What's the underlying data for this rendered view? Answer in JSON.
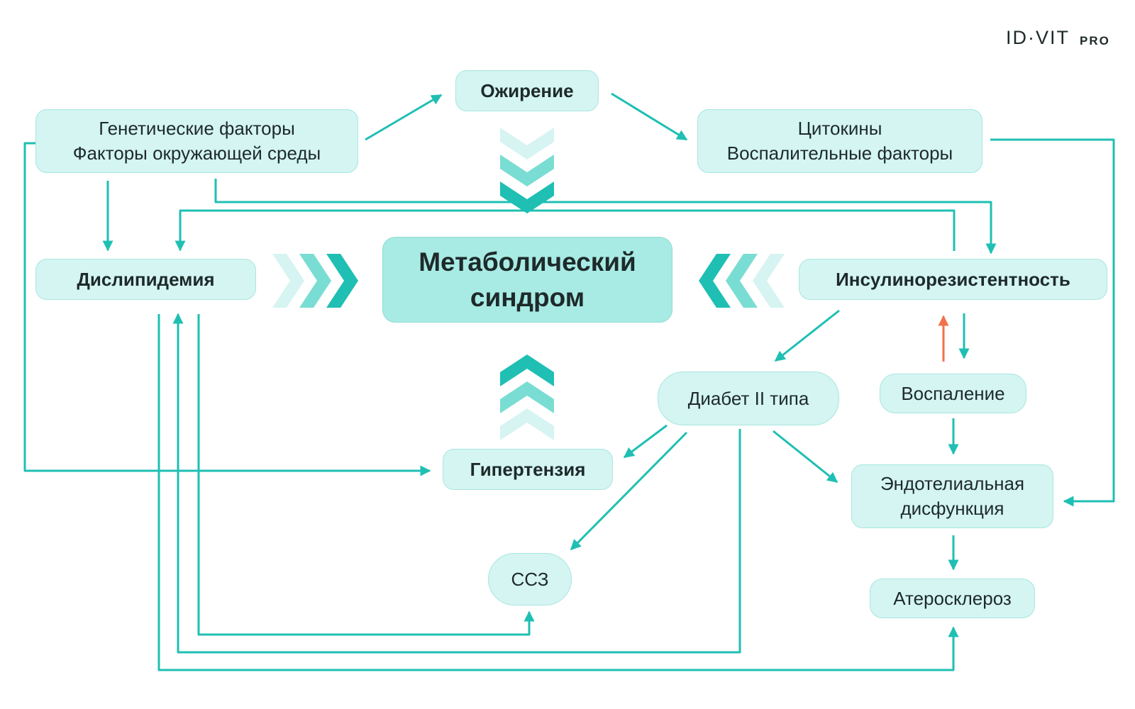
{
  "logo": {
    "brand": "IDVIT",
    "suffix": ".PRO",
    "display_main": "ID·VIT",
    "display_suffix": "PRO"
  },
  "nodes": {
    "obesity": "Ожирение",
    "genetic_line1": "Генетические факторы",
    "genetic_line2": "Факторы окружающей среды",
    "cytokines_line1": "Цитокины",
    "cytokines_line2": "Воспалительные факторы",
    "dyslipidemia": "Дислипидемия",
    "metabolic_line1": "Метаболический",
    "metabolic_line2": "синдром",
    "insulin_resistance": "Инсулинорезистентность",
    "diabetes": "Диабет II типа",
    "inflammation": "Воспаление",
    "hypertension": "Гипертензия",
    "endothelial_line1": "Эндотелиальная",
    "endothelial_line2": "дисфункция",
    "cvd": "ССЗ",
    "atherosclerosis": "Атеросклероз"
  },
  "colors": {
    "arrow": "#1fbfb3",
    "feedback_arrow": "#f2704a",
    "chevron_light": "#d6f4f1",
    "chevron_mid": "#79ddd3",
    "chevron_dark": "#1fbfb3",
    "node_fill": "#d4f5f2",
    "center_fill": "#a8ebe4"
  }
}
